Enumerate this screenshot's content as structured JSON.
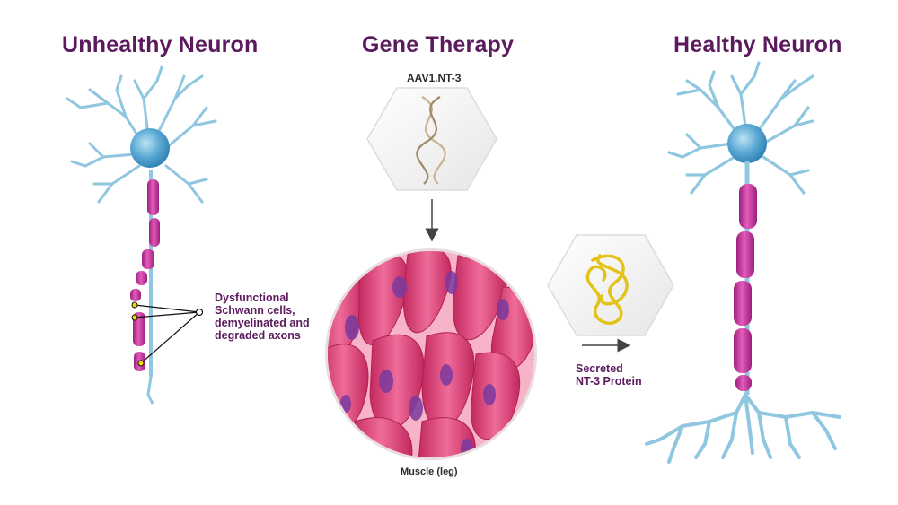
{
  "titles": {
    "unhealthy": "Unhealthy Neuron",
    "gene_therapy": "Gene Therapy",
    "healthy": "Healthy Neuron"
  },
  "labels": {
    "vector": "AAV1.NT-3",
    "muscle": "Muscle (leg)",
    "dysfunction": [
      "Dysfunctional",
      "Schwann cells,",
      "demyelinated and",
      "degraded axons"
    ],
    "secreted": [
      "Secreted",
      "NT-3 Protein"
    ]
  },
  "colors": {
    "title": "#5b1a5e",
    "neuron_blue": "#8fc6e0",
    "soma": "#4a9ccb",
    "myelin": "#c2359a",
    "muscle_pink": "#e0457d",
    "nucleus": "#7a3a9e",
    "protein": "#e3c21a"
  },
  "icons": [
    "dna-icon",
    "protein-icon",
    "arrow-down-icon",
    "arrow-right-icon"
  ]
}
